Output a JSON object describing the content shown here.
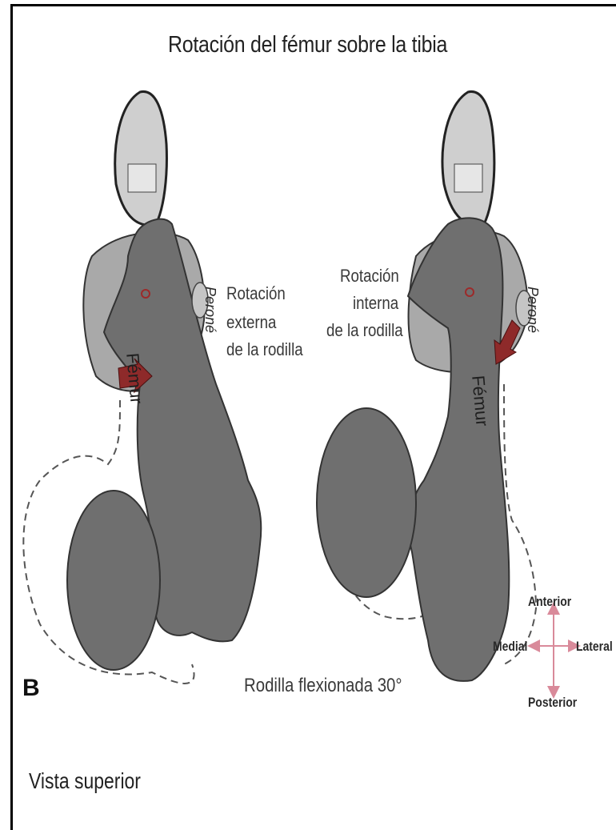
{
  "title": "Rotación del fémur sobre la tibia",
  "left_view": {
    "rotation_label": [
      "Rotación",
      "externa",
      "de la rodilla"
    ],
    "femur_label": "Fémur",
    "perone_label": "Peroné"
  },
  "right_view": {
    "rotation_label": [
      "Rotación",
      "interna",
      "de la rodilla"
    ],
    "femur_label": "Fémur",
    "perone_label": "Peroné"
  },
  "caption": "Rodilla flexionada 30°",
  "panel_letter": "B",
  "view_label": "Vista superior",
  "compass": {
    "anterior": "Anterior",
    "posterior": "Posterior",
    "medial": "Medial",
    "lateral": "Lateral"
  },
  "colors": {
    "bone": "#6f6f6f",
    "bone_light": "#a9a9a9",
    "arrow": "#8e2a2a",
    "compass_arrow": "#d98a9a",
    "dashed_outline": "#555555"
  }
}
